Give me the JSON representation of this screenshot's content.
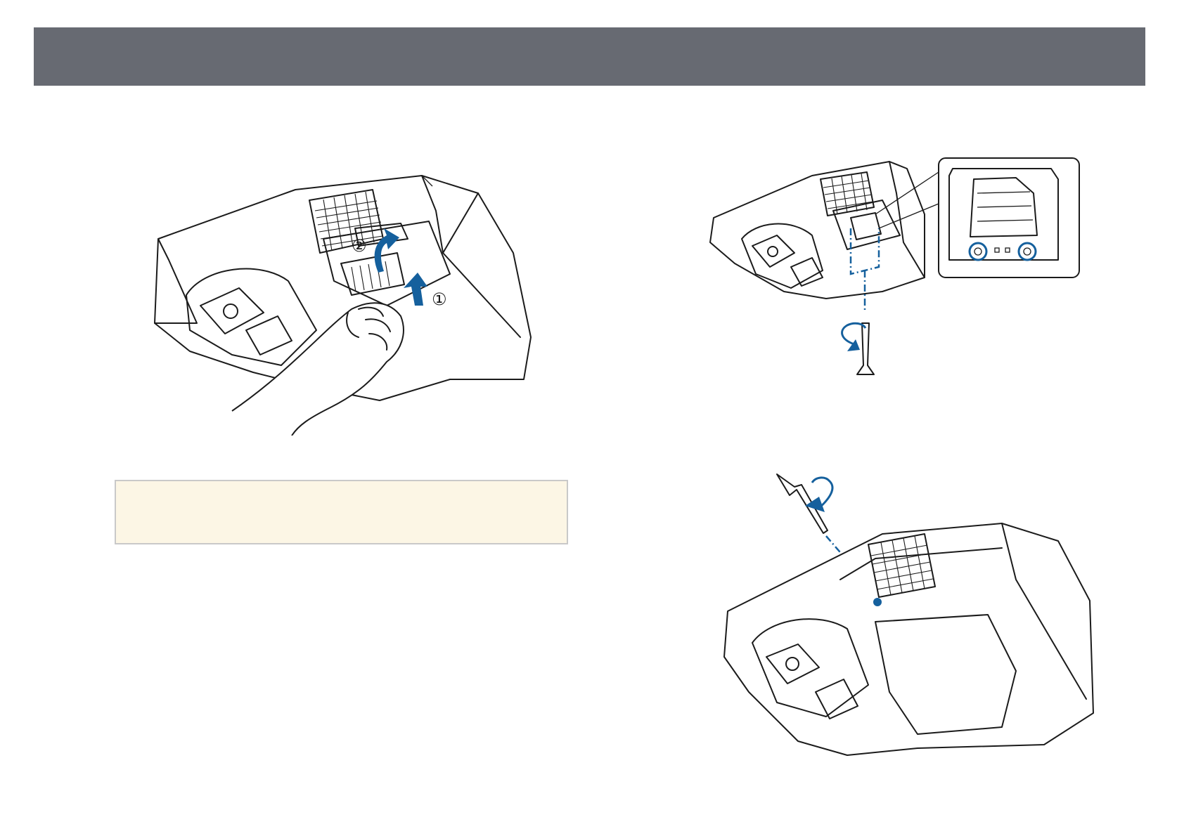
{
  "header": {
    "title": ""
  },
  "note": {
    "text": ""
  },
  "figures": [
    {
      "name": "release-lamp-illustration",
      "step_markers": [
        "②",
        "①"
      ],
      "accent_color": "#15609d"
    },
    {
      "name": "loosen-screws-illustration",
      "accent_color": "#15609d"
    },
    {
      "name": "tighten-screw-illustration",
      "accent_color": "#15609d"
    }
  ],
  "colors": {
    "header_bar": "#676a72",
    "note_background": "#fcf6e5",
    "note_border": "#c9c9c9",
    "accent": "#15609d"
  }
}
